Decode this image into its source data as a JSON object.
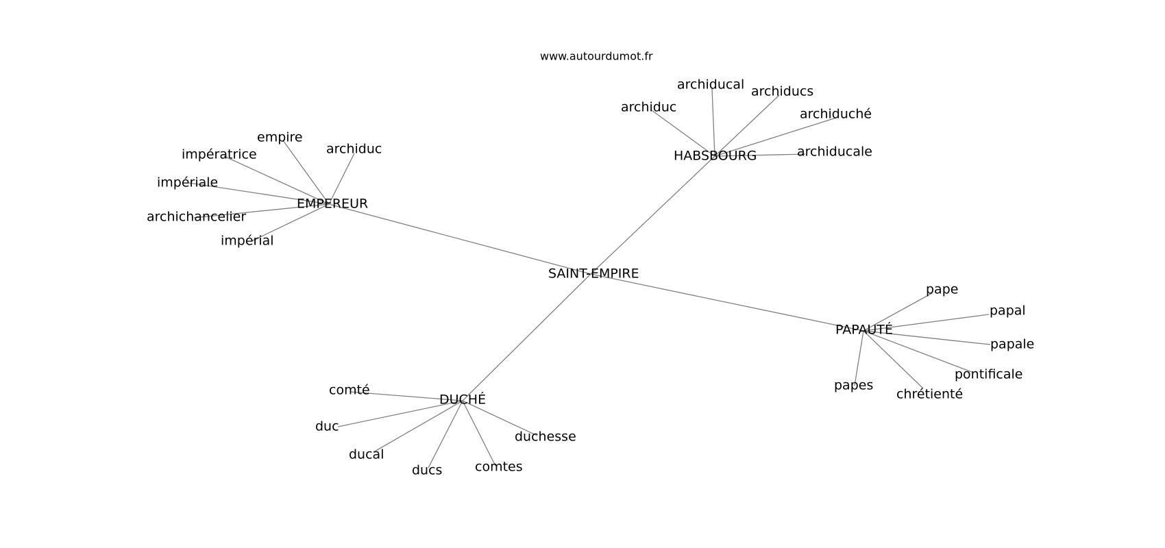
{
  "watermark": "www.autourdumot.fr",
  "center": "SAINT-EMPIRE",
  "clusters": [
    {
      "hub": "EMPEREUR",
      "leaves": [
        "empire",
        "archiduc",
        "impératrice",
        "impériale",
        "archichancelier",
        "impérial"
      ]
    },
    {
      "hub": "HABSBOURG",
      "leaves": [
        "archiducal",
        "archiducs",
        "archiduc",
        "archiduché",
        "archiducale"
      ]
    },
    {
      "hub": "PAPAUTÉ",
      "leaves": [
        "pape",
        "papal",
        "papale",
        "pontificale",
        "chrétienté",
        "papes"
      ]
    },
    {
      "hub": "DUCHÉ",
      "leaves": [
        "comté",
        "duc",
        "ducal",
        "ducs",
        "comtes",
        "duchesse"
      ]
    }
  ],
  "colors": {
    "edge": "#808080",
    "text": "#000000",
    "background": "#ffffff"
  }
}
